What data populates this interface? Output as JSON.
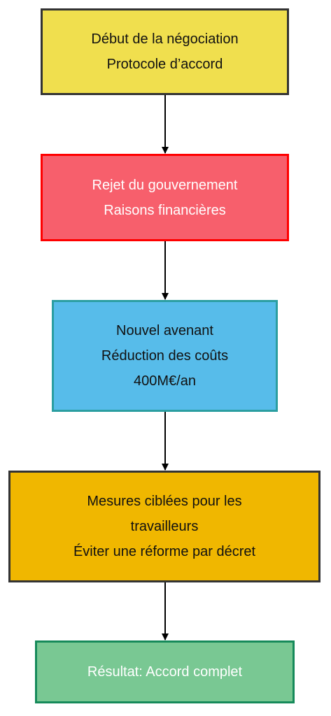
{
  "nodes": [
    {
      "id": "start",
      "lines": [
        "Début de la négociation",
        "Protocole d’accord"
      ]
    },
    {
      "id": "rejection",
      "lines": [
        "Rejet du gouvernement",
        "Raisons financières"
      ]
    },
    {
      "id": "amendment",
      "lines": [
        "Nouvel avenant",
        "Réduction des coûts",
        "400M€/an"
      ]
    },
    {
      "id": "measures",
      "lines": [
        "Mesures ciblées pour les",
        "travailleurs",
        "Éviter une réforme par décret"
      ]
    },
    {
      "id": "result",
      "lines": [
        "Résultat: Accord complet"
      ]
    }
  ],
  "edges": [
    {
      "from": "start",
      "to": "rejection"
    },
    {
      "from": "rejection",
      "to": "amendment"
    },
    {
      "from": "amendment",
      "to": "measures"
    },
    {
      "from": "measures",
      "to": "result"
    }
  ]
}
